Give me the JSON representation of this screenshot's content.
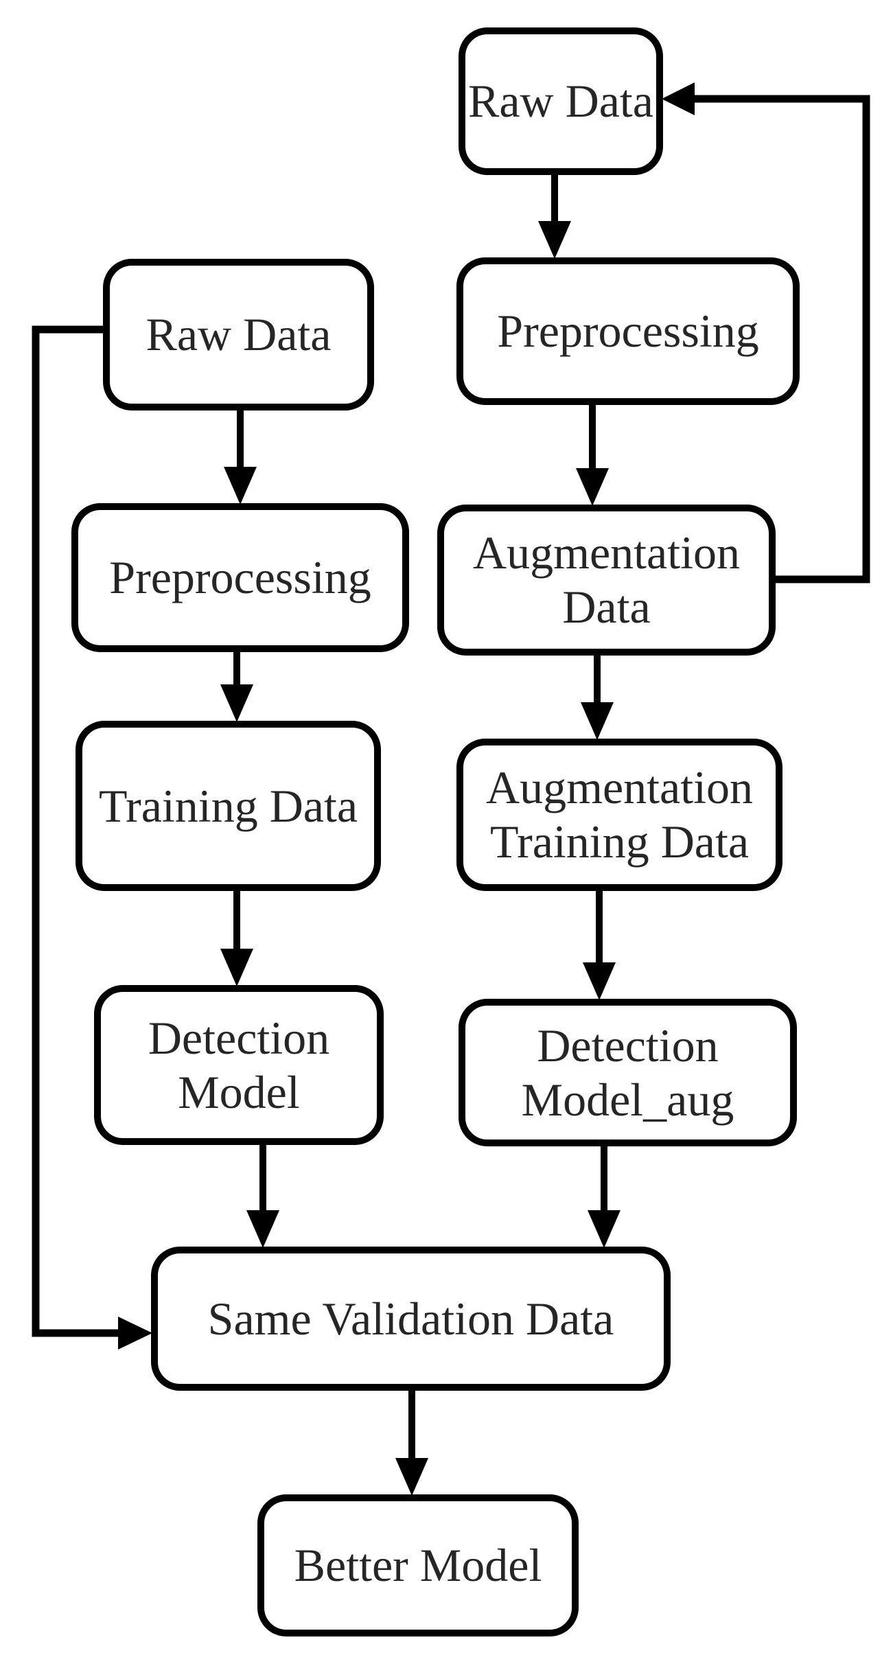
{
  "diagram": {
    "type": "flowchart",
    "description": "Comparison of a baseline detection-model training pipeline and a data-augmentation training pipeline that are evaluated on the same validation data to obtain a better model",
    "colors": {
      "background": "#ffffff",
      "line": "#000000",
      "node_border": "#000000",
      "node_fill": "#ffffff",
      "text": "#262626"
    },
    "nodes": {
      "raw_data_right": {
        "label": "Raw Data"
      },
      "preprocessing_right": {
        "label": "Preprocessing"
      },
      "augmentation_data": {
        "line1": "Augmentation",
        "line2": "Data"
      },
      "augmentation_training_data": {
        "line1": "Augmentation",
        "line2": "Training Data"
      },
      "detection_model_aug": {
        "line1": "Detection",
        "line2": "Model_aug"
      },
      "raw_data_left": {
        "label": "Raw Data"
      },
      "preprocessing_left": {
        "label": "Preprocessing"
      },
      "training_data": {
        "label": "Training Data"
      },
      "detection_model": {
        "line1": "Detection",
        "line2": "Model"
      },
      "same_validation_data": {
        "label": "Same Validation Data"
      },
      "better_model": {
        "label": "Better Model"
      }
    },
    "edges": [
      {
        "from": "raw_data_right",
        "to": "preprocessing_right",
        "style": "arrow-down"
      },
      {
        "from": "preprocessing_right",
        "to": "augmentation_data",
        "style": "arrow-down"
      },
      {
        "from": "augmentation_data",
        "to": "augmentation_training_data",
        "style": "arrow-down"
      },
      {
        "from": "augmentation_training_data",
        "to": "detection_model_aug",
        "style": "arrow-down"
      },
      {
        "from": "detection_model_aug",
        "to": "same_validation_data",
        "style": "arrow-down"
      },
      {
        "from": "augmentation_data",
        "to": "raw_data_right",
        "style": "feedback-loop-right"
      },
      {
        "from": "raw_data_left",
        "to": "preprocessing_left",
        "style": "arrow-down"
      },
      {
        "from": "preprocessing_left",
        "to": "training_data",
        "style": "arrow-down"
      },
      {
        "from": "training_data",
        "to": "detection_model",
        "style": "arrow-down"
      },
      {
        "from": "detection_model",
        "to": "same_validation_data",
        "style": "arrow-down"
      },
      {
        "from": "raw_data_left",
        "to": "same_validation_data",
        "style": "bypass-loop-left"
      },
      {
        "from": "same_validation_data",
        "to": "better_model",
        "style": "arrow-down"
      }
    ]
  }
}
